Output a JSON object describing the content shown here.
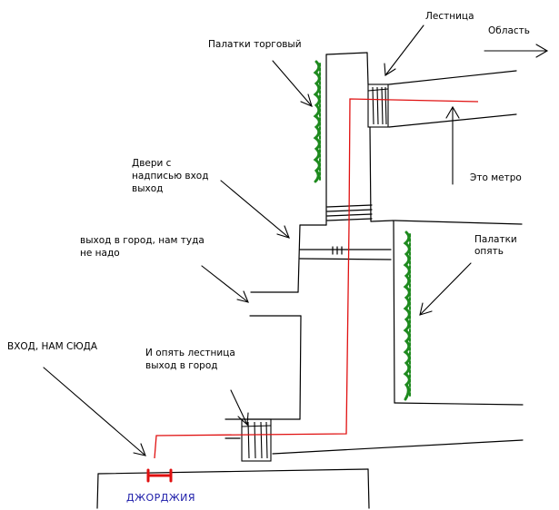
{
  "labels": {
    "stairs": "Лестница",
    "region": "Область",
    "tents_trade": "Палатки торговый",
    "metro": "Это метро",
    "doors_line1": "Двери с",
    "doors_line2": "надписью вход",
    "doors_line3": "выход",
    "tents_again_line1": "Палатки",
    "tents_again_line2": "опять",
    "exit_city_line1": "выход в город, нам туда",
    "exit_city_line2": "не надо",
    "entrance": "ВХОД, НАМ СЮДА",
    "stairs_again_line1": "И опять лестница",
    "stairs_again_line2": "выход в город",
    "georgia": "ДЖОРДЖИЯ"
  },
  "colors": {
    "route": "#e01010",
    "tents": "#1e8a1e",
    "ink": "#000000",
    "georgia": "#1a1aa8"
  }
}
